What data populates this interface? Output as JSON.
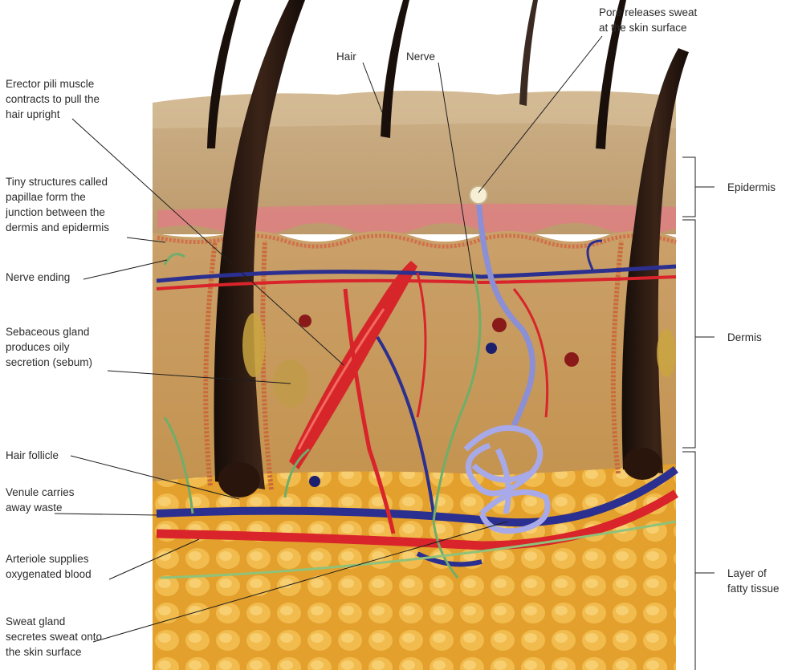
{
  "labels": {
    "pore": [
      "Pore releases sweat",
      "at the skin surface"
    ],
    "hair": [
      "Hair"
    ],
    "nerve": [
      "Nerve"
    ],
    "erector": [
      "Erector pili muscle",
      "contracts to pull the",
      "hair upright"
    ],
    "papillae": [
      "Tiny structures called",
      "papillae form the",
      "junction between the",
      "dermis and epidermis"
    ],
    "nerve_ending": [
      "Nerve ending"
    ],
    "sebaceous": [
      "Sebaceous gland",
      "produces oily",
      "secretion (sebum)"
    ],
    "follicle": [
      "Hair follicle"
    ],
    "venule": [
      "Venule carries",
      "away waste"
    ],
    "arteriole": [
      "Arteriole supplies",
      "oxygenated blood"
    ],
    "sweat_gland": [
      "Sweat gland",
      "secretes sweat onto",
      "the skin surface"
    ],
    "epidermis": [
      "Epidermis"
    ],
    "dermis": [
      "Dermis"
    ],
    "fat": [
      "Layer of",
      "fatty tissue"
    ]
  },
  "colors": {
    "epidermis": "#c9a77a",
    "dermis": "#c99a62",
    "fat": "#e8a52a",
    "artery": "#d8242a",
    "vein": "#2b2f8f",
    "nerve": "#6fae6a",
    "sweat_duct": "#8a8fd6",
    "hair": "#241612"
  }
}
